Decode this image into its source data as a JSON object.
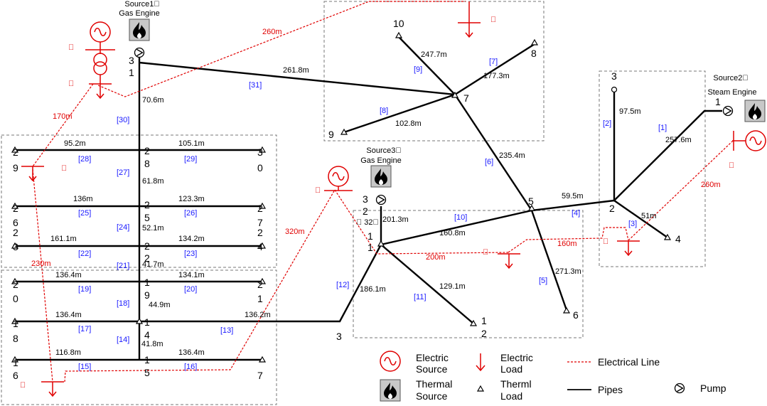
{
  "sources": {
    "s1": {
      "line1": "Source1\u0000",
      "line2": "Gas Engine"
    },
    "s2": {
      "line1": "Source2\u0000",
      "line2": "Steam Engine"
    },
    "s3": {
      "line1": "Source3\u0000",
      "line2": "Gas Engine"
    }
  },
  "node_labels": {
    "n1_top": "3",
    "n1_bot": "1",
    "n28_a": "2",
    "n28_b": "8",
    "n25_a": "2",
    "n25_b": "5",
    "n22_a": "2",
    "n22_b": "2",
    "n19_a": "1",
    "n19_b": "9",
    "n14_a": "1",
    "n14_b": "4",
    "n15_a": "1",
    "n15_b": "5",
    "n29_a": "2",
    "n29_b": "9",
    "n30_a": "3",
    "n30_b": "0",
    "n26_a": "2",
    "n26_b": "6",
    "n27_a": "2",
    "n27_b": "7",
    "n23_a": "2",
    "n23_b": "3",
    "n24_a": "2",
    "n24_b": "4",
    "n20_a": "2",
    "n20_b": "0",
    "n21_a": "2",
    "n21_b": "1",
    "n18_a": "1",
    "n18_b": "8",
    "n13": "3",
    "n16_a": "1",
    "n16_b": "6",
    "n17": "7",
    "n10": "10",
    "n8": "8",
    "n7": "7",
    "n9": "9",
    "n3": "3",
    "n1b": "1",
    "n2": "2",
    "n4": "4",
    "n5": "5",
    "n6": "6",
    "n32_a": "3",
    "n32_b": "2",
    "n32_c": "1",
    "n32_tag": "\u0000 32\u0000",
    "n11_a": "1",
    "n11_b": "1",
    "n12_a": "1",
    "n12_b": "2"
  },
  "pipes": {
    "p1": "[1]",
    "p2": "[2]",
    "p3": "[3]",
    "p4": "[4]",
    "p5": "[5]",
    "p6": "[6]",
    "p7": "[7]",
    "p8": "[8]",
    "p9": "[9]",
    "p10": "[10]",
    "p11": "[11]",
    "p12": "[12]",
    "p13": "[13]",
    "p14": "[14]",
    "p15": "[15]",
    "p16": "[16]",
    "p17": "[17]",
    "p18": "[18]",
    "p19": "[19]",
    "p20": "[20]",
    "p21": "[21]",
    "p22": "[22]",
    "p23": "[23]",
    "p24": "[24]",
    "p25": "[25]",
    "p26": "[26]",
    "p27": "[27]",
    "p28": "[28]",
    "p29": "[29]",
    "p30": "[30]",
    "p31": "[31]"
  },
  "pipe_lengths": {
    "l1": "257.6m",
    "l2": "97.5m",
    "l3": "51m",
    "l4": "59.5m",
    "l5": "271.3m",
    "l6": "235.4m",
    "l7": "177.3m",
    "l8": "102.8m",
    "l9": "247.7m",
    "l10": "160.8m",
    "l11": "129.1m",
    "l12": "186.1m",
    "l13": "136.2m",
    "l14": "41.8m",
    "l15": "116.8m",
    "l16": "136.4m",
    "l17": "136.4m",
    "l18": "44.9m",
    "l19": "136.4m",
    "l20": "134.1m",
    "l21": "41.7m",
    "l22": "161.1m",
    "l23": "134.2m",
    "l24": "52.1m",
    "l25": "136m",
    "l26": "123.3m",
    "l27": "61.8m",
    "l28": "95.2m",
    "l29": "105.1m",
    "l30": "70.6m",
    "l31": "261.8m",
    "l32": "201.3m"
  },
  "elec_lines": {
    "e1": "260m",
    "e2": "170m",
    "e3": "230m",
    "e4": "320m",
    "e5": "200m",
    "e6": "160m",
    "e7": "260m"
  },
  "elec_markers": {
    "m1": "\u0000",
    "m2": "\u0000",
    "m3": "\u0000",
    "m4": "\u0000",
    "m5": "\u0000",
    "m6": "\u0000",
    "m7": "\u0000",
    "m8": "\u0000",
    "m9": "\u0000"
  },
  "legend": {
    "electric_source": [
      "Electric",
      "Source"
    ],
    "electric_load": [
      "Electric",
      "Load"
    ],
    "electrical_line": "Electrical Line",
    "thermal_source": [
      "Thermal",
      "Source"
    ],
    "thermal_load": [
      "Therml",
      "Load"
    ],
    "pipes": "Pipes",
    "pump": "Pump"
  },
  "colors": {
    "electric": "#e00000",
    "pipe_id": "#1a1aff",
    "pipe": "#000000"
  }
}
